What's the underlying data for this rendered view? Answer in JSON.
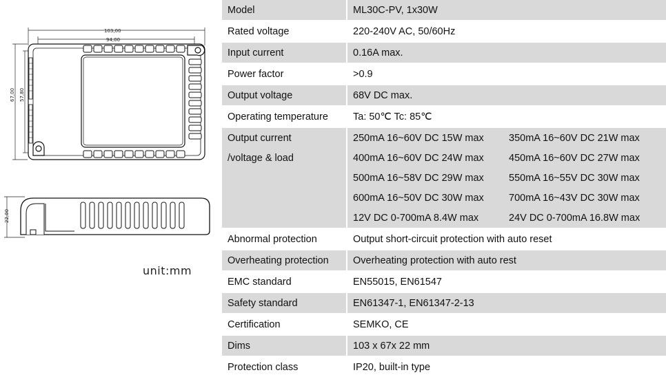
{
  "drawing": {
    "top_view": {
      "width_outer": "103,00",
      "width_inner": "94,00",
      "height_outer": "67,00",
      "height_inner": "57,80"
    },
    "side_view": {
      "height": "22,00"
    },
    "unit_label": "unit:mm"
  },
  "specs": [
    {
      "label": "Model",
      "value": "ML30C-PV, 1x30W",
      "shade": true
    },
    {
      "label": "Rated voltage",
      "value": "220-240V AC, 50/60Hz",
      "shade": false
    },
    {
      "label": "Input current",
      "value": "0.16A max.",
      "shade": true
    },
    {
      "label": "Power factor",
      "value": ">0.9",
      "shade": false
    },
    {
      "label": "Output voltage",
      "value": "68V DC max.",
      "shade": true
    },
    {
      "label": "Operating temperature",
      "value": "Ta: 50℃ Tc: 85℃",
      "shade": false
    }
  ],
  "output_current": {
    "label_line1": "Output current",
    "label_line2": "/voltage & load",
    "rows": [
      [
        "250mA 16~60V DC 15W max",
        "350mA 16~60V DC 21W max"
      ],
      [
        "400mA 16~60V DC 24W max",
        "450mA 16~60V DC 27W max"
      ],
      [
        "500mA 16~58V DC 29W max",
        "550mA 16~55V DC 30W max"
      ],
      [
        "600mA 16~50V DC 30W max",
        "700mA 16~43V DC 30W max"
      ],
      [
        "12V DC 0-700mA 8.4W max",
        "24V DC 0-700mA 16.8W max"
      ]
    ]
  },
  "specs_after": [
    {
      "label": "Abnormal protection",
      "value": "Output short-circuit protection with auto reset",
      "shade": false
    },
    {
      "label": "Overheating protection",
      "value": "Overheating protection with auto rest",
      "shade": true
    },
    {
      "label": "EMC standard",
      "value": "EN55015, EN61547",
      "shade": false
    },
    {
      "label": "Safety standard",
      "value": "EN61347-1, EN61347-2-13",
      "shade": true
    },
    {
      "label": "Certification",
      "value": "SEMKO, CE",
      "shade": false
    },
    {
      "label": "Dims",
      "value": "103 x 67x 22 mm",
      "shade": true
    },
    {
      "label": "Protection class",
      "value": "IP20, built-in type",
      "shade": false
    }
  ]
}
